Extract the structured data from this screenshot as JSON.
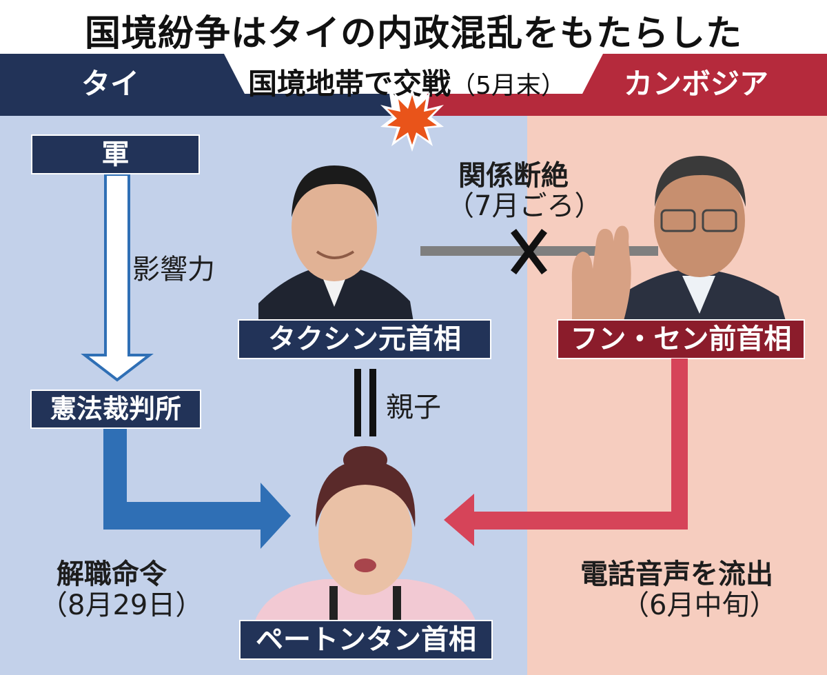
{
  "title": "国境紛争はタイの内政混乱をもたらした",
  "header": {
    "left_country": "タイ",
    "event_main": "国境地帯で交戦",
    "event_date": "（5月末）",
    "right_country": "カンボジア"
  },
  "nodes": {
    "military": "軍",
    "court": "憲法裁判所",
    "thaksin": "タクシン元首相",
    "hunsen": "フン・セン前首相",
    "paetongtarn": "ペートンタン首相"
  },
  "edges": {
    "influence": "影響力",
    "relationship_break": "関係断絶",
    "relationship_break_date": "（7月ごろ）",
    "parent_child": "親子",
    "dismissal_order": "解職命令",
    "dismissal_date": "（8月29日）",
    "leak": "電話音声を流出",
    "leak_date": "（6月中旬）"
  },
  "colors": {
    "thai_navy": "#223358",
    "cambodia_red": "#b52a3c",
    "panel_blue": "#c3d1ea",
    "panel_pink": "#f6cdbf",
    "arrow_blue": "#2f6fb5",
    "arrow_red": "#d64459",
    "burst_orange": "#e9541a"
  }
}
